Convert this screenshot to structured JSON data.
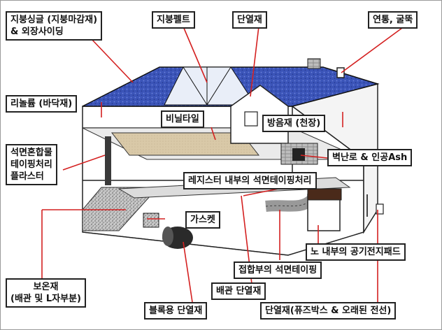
{
  "labels": {
    "roof_shingle": {
      "line1": "지붕싱글 (지붕마감재)",
      "line2": "& 외장사이딩"
    },
    "roof_felt": "지붕펠트",
    "insulation_top": "단열재",
    "flue_chimney": "연통, 굴뚝",
    "linoleum": "리놀륨 (바닥재)",
    "vinyl_tile": "비닐타일",
    "soundproof": "방음재 (천장)",
    "asbestos_taping": {
      "line1": "석면혼합물",
      "line2": "테이핑처리",
      "line3": "플라스터"
    },
    "wall_stove": "벽난로 & 인공Ash",
    "register_taping": "레지스터 내부의 석면테이핑처리",
    "gasket": "가스켓",
    "furnace_pad": "노 내부의 공기전지패드",
    "joint_taping": "접합부의 석면테이핑",
    "pipe_insulation": "배관 단열재",
    "pipe_lagging": {
      "line1": "보온재",
      "line2": "(배관 및 L자부분)"
    },
    "block_insulation": "블록용 단열재",
    "fuse_box_wire": "단열재(퓨즈박스 & 오래된 전선)"
  },
  "colors": {
    "roof": "#3b54b8",
    "leader_line": "#d42020",
    "floor": "#d9c9a8",
    "gravel": "#b8b8b8"
  }
}
